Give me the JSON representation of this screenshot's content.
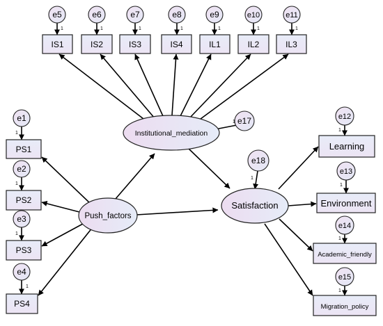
{
  "latent": {
    "push": "Push_factors",
    "inst": "Institutional_mediation",
    "sat": "Satisfaction"
  },
  "indicators": {
    "IS1": "IS1",
    "IS2": "IS2",
    "IS3": "IS3",
    "IS4": "IS4",
    "IL1": "IL1",
    "IL2": "IL2",
    "IL3": "IL3",
    "PS1": "PS1",
    "PS2": "PS2",
    "PS3": "PS3",
    "PS4": "PS4",
    "Learning": "Learning",
    "Environment": "Environment",
    "Academic_friendly": "Academic_friendly",
    "Migration_policy": "Migration_policy"
  },
  "errors": {
    "e1": "e1",
    "e2": "e2",
    "e3": "e3",
    "e4": "e4",
    "e5": "e5",
    "e6": "e6",
    "e7": "e7",
    "e8": "e8",
    "e9": "e9",
    "e10": "e10",
    "e11": "e11",
    "e12": "e12",
    "e13": "e13",
    "e14": "e14",
    "e15": "e15",
    "e17": "e17",
    "e18": "e18"
  },
  "path_constraint": "1"
}
